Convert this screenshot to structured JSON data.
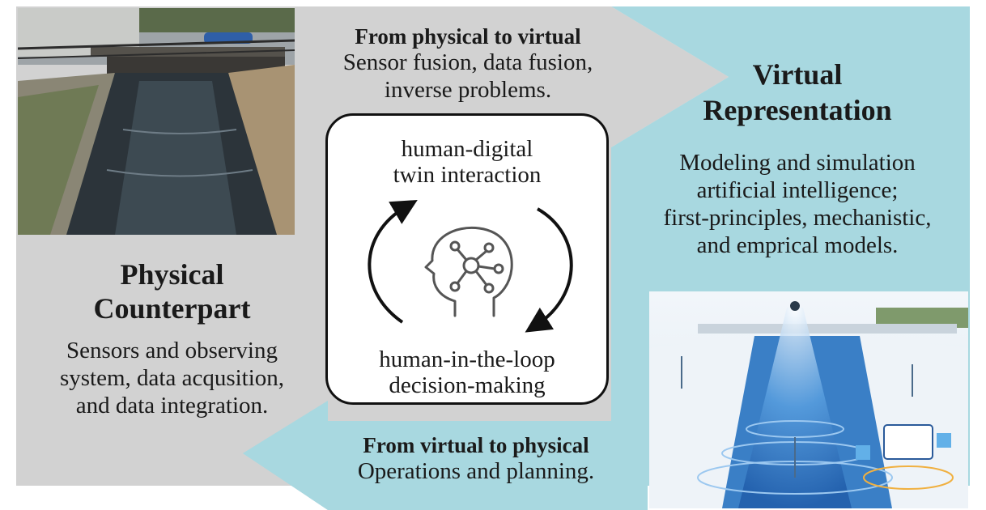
{
  "colors": {
    "physical_bg": "#d2d2d2",
    "virtual_bg": "#a8d8e0",
    "panel_border": "#111111",
    "water_dark": "#2c343a",
    "concrete": "#8f897c",
    "digital_blue": "#3b82c4"
  },
  "physical_to_virtual": {
    "title": "From physical to virtual",
    "line1": "Sensor fusion, data fusion,",
    "line2": "inverse problems."
  },
  "virtual": {
    "title_line1": "Virtual",
    "title_line2": "Representation",
    "line1": "Modeling and simulation",
    "line2": "artificial intelligence;",
    "line3": "first-principles, mechanistic,",
    "line4": "and emprical models."
  },
  "physical": {
    "title_line1": "Physical",
    "title_line2": "Counterpart",
    "line1": "Sensors and observing",
    "line2": "system, data acqusition,",
    "line3": "and data integration."
  },
  "virtual_to_physical": {
    "title": "From virtual to physical",
    "line1": "Operations and planning."
  },
  "center_box": {
    "top_line1": "human-digital",
    "top_line2": "twin interaction",
    "bottom_line1": "human-in-the-loop",
    "bottom_line2": "decision-making",
    "icon": "head-network-icon"
  },
  "images": {
    "left_photo": "stream-channel-photo",
    "right_render": "digital-twin-channel-render"
  }
}
